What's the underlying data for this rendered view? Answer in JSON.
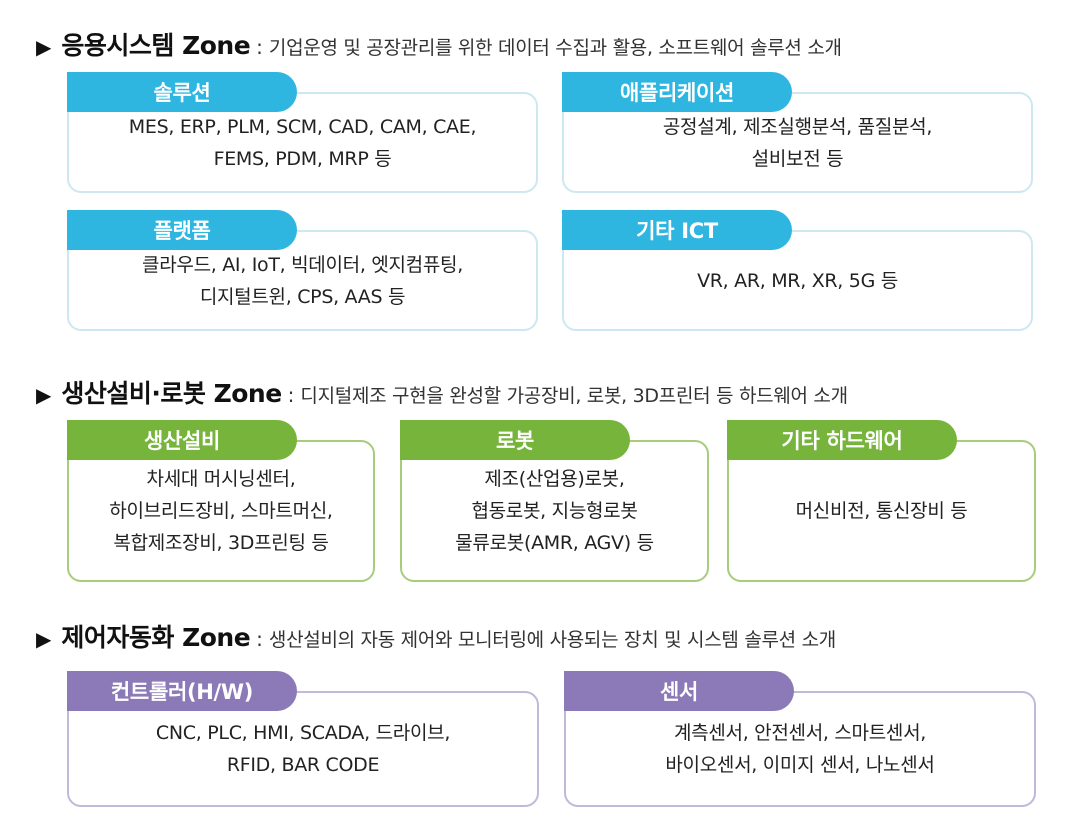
{
  "sections": [
    {
      "arrow": "▶",
      "name": "응용시스템 Zone",
      "sep": ":",
      "desc": "기업운영 및 공장관리를 위한 데이터 수집과 활용, 소프트웨어 솔루션 소개",
      "color": "#2fb6e0",
      "cards": [
        {
          "label": "솔루션",
          "lines": [
            "MES, ERP, PLM, SCM, CAD, CAM, CAE,",
            "FEMS, PDM, MRP 등"
          ]
        },
        {
          "label": "애플리케이션",
          "lines": [
            "공정설계, 제조실행분석, 품질분석,",
            "설비보전 등"
          ]
        },
        {
          "label": "플랫폼",
          "lines": [
            "클라우드, AI, IoT, 빅데이터, 엣지컴퓨팅,",
            "디지털트윈, CPS, AAS 등"
          ]
        },
        {
          "label": "기타 ICT",
          "lines": [
            "VR, AR, MR, XR, 5G 등"
          ]
        }
      ]
    },
    {
      "arrow": "▶",
      "name": "생산설비·로봇 Zone",
      "sep": ":",
      "desc": "디지털제조 구현을 완성할 가공장비, 로봇, 3D프린터 등 하드웨어 소개",
      "color": "#76b43b",
      "cards": [
        {
          "label": "생산설비",
          "lines": [
            "차세대 머시닝센터,",
            "하이브리드장비, 스마트머신,",
            "복합제조장비, 3D프린팅 등"
          ]
        },
        {
          "label": "로봇",
          "lines": [
            "제조(산업용)로봇,",
            "협동로봇, 지능형로봇",
            "물류로봇(AMR, AGV) 등"
          ]
        },
        {
          "label": "기타 하드웨어",
          "lines": [
            "머신비전, 통신장비 등"
          ]
        }
      ]
    },
    {
      "arrow": "▶",
      "name": "제어자동화 Zone",
      "sep": ":",
      "desc": "생산설비의 자동 제어와 모니터링에 사용되는 장치 및 시스템 솔루션 소개",
      "color": "#8c7ab8",
      "cards": [
        {
          "label": "컨트롤러(H/W)",
          "lines": [
            "CNC, PLC, HMI, SCADA, 드라이브,",
            "RFID, BAR CODE"
          ]
        },
        {
          "label": "센서",
          "lines": [
            "계측센서, 안전센서, 스마트센서,",
            "바이오센서, 이미지 센서, 나노센서"
          ]
        }
      ]
    }
  ]
}
